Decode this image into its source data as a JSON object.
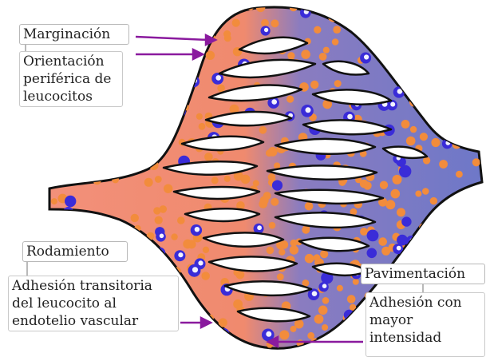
{
  "labels": {
    "margination": "Marginación",
    "orientation": "Orientación\nperiférica de\nleucocitos",
    "rolling": "Rodamiento",
    "rolling_desc": "Adhesión transitoria\ndel leucocito al\nendotelio vascular",
    "paving": "Pavimentación",
    "paving_desc": "Adhesión con\nmayor\nintensidad"
  },
  "colors": {
    "vessel_left": "#f08a6e",
    "vessel_right": "#7078c8",
    "rbc": "#f28c3c",
    "leukocyte": "#3a2cd8",
    "nucleus": "#f2f2ff",
    "outline": "#111111",
    "arrow": "#8a1a9e"
  }
}
